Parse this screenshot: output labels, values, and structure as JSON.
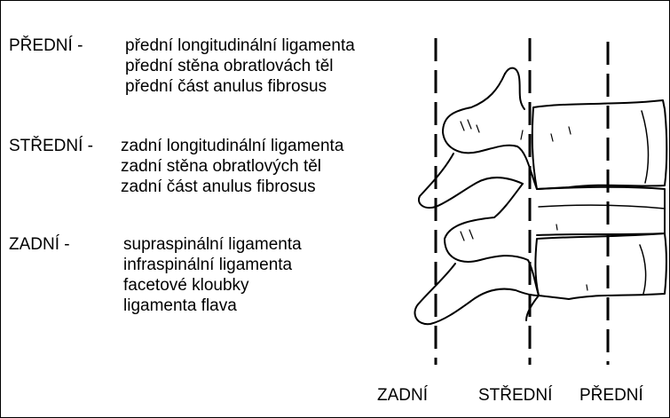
{
  "columns": [
    {
      "heading": "PŘEDNÍ -",
      "items": [
        "přední longitudinální ligamenta",
        "přední stěna obratlovách těl",
        "přední část anulus fibrosus"
      ]
    },
    {
      "heading": "STŘEDNÍ -",
      "items": [
        "zadní longitudinální ligamenta",
        "zadní stěna obratlových těl",
        "zadní část anulus fibrosus"
      ]
    },
    {
      "heading": "ZADNÍ -",
      "items": [
        "supraspinální ligamenta",
        "infraspinální ligamenta",
        "facetové kloubky",
        "ligamenta flava"
      ]
    }
  ],
  "bottom_labels": {
    "posterior": "ZADNÍ",
    "middle": "STŘEDNÍ",
    "anterior": "PŘEDNÍ"
  },
  "colors": {
    "ink": "#000000",
    "background": "#ffffff"
  }
}
